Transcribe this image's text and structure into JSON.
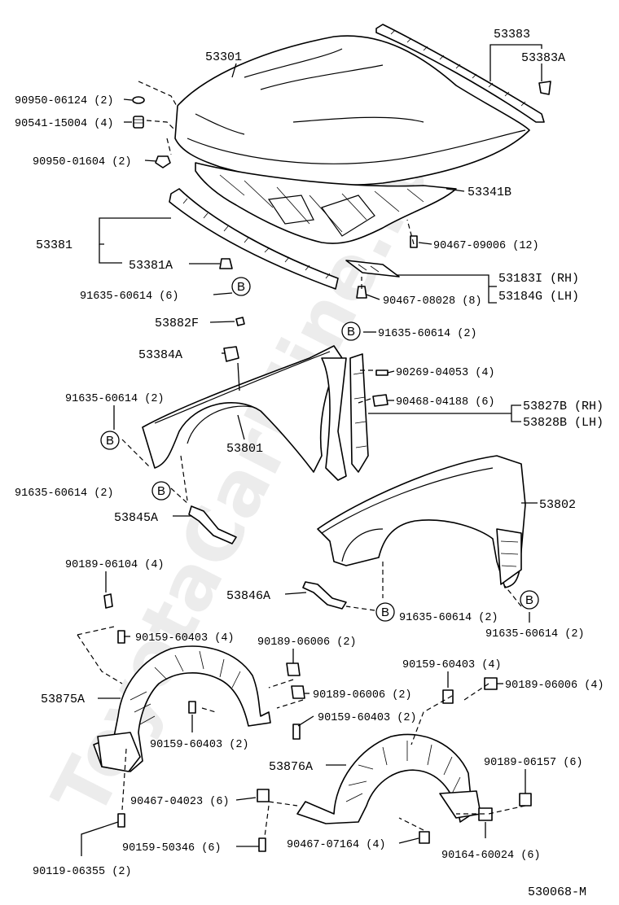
{
  "watermark": "ToyotaCarMine.ru",
  "diagram_code": "530068-M",
  "ref_marker": "B",
  "labels": {
    "hood": "53301",
    "hood_seal": "53383",
    "hood_seal_clip": "53383A",
    "cushion_90950_06124": "90950-06124 (2)",
    "cushion_90541_15004": "90541-15004 (4)",
    "cushion_90950_01604": "90950-01604 (2)",
    "hood_insulator": "53341B",
    "hood_seal_front": "53381",
    "hood_seal_front_clip": "53381A",
    "clip_90467_09006": "90467-09006 (12)",
    "cover_rh": "53183I (RH)",
    "cover_lh": "53184G (LH)",
    "clip_90467_08028": "90467-08028 (8)",
    "bolt_top": "91635-60614 (6)",
    "part_53882F": "53882F",
    "bolt_b_top": "91635-60614 (2)",
    "part_53384A": "53384A",
    "screw_90269": "90269-04053 (4)",
    "clip_90468": "90468-04188 (6)",
    "seal_rh": "53827B (RH)",
    "seal_lh": "53828B (LH)",
    "bolt_left": "91635-60614 (2)",
    "fender_rh": "53801",
    "bolt_b_mid": "91635-60614 (2)",
    "fender_lh": "53802",
    "bracket_53845A": "53845A",
    "screw_90189_06104": "90189-06104 (4)",
    "bracket_53846A": "53846A",
    "bolt_b_low": "91635-60614 (2)",
    "bolt_b_right": "91635-60614 (2)",
    "screw_90159_a": "90159-60403 (4)",
    "nut_90189_06006_a": "90189-06006 (2)",
    "screw_90159_b": "90159-60403 (4)",
    "nut_90189_06006_b": "90189-06006 (4)",
    "liner_rh": "53875A",
    "nut_90189_06006_c": "90189-06006 (2)",
    "screw_90159_c": "90159-60403 (2)",
    "screw_90159_d": "90159-60403 (2)",
    "nut_90189_06157": "90189-06157 (6)",
    "liner_lh": "53876A",
    "clip_90467_04023": "90467-04023 (6)",
    "screw_90159_50346": "90159-50346 (6)",
    "clip_90467_07164": "90467-07164 (4)",
    "screw_90119": "90119-06355 (2)",
    "bolt_90164": "90164-60024 (6)"
  }
}
